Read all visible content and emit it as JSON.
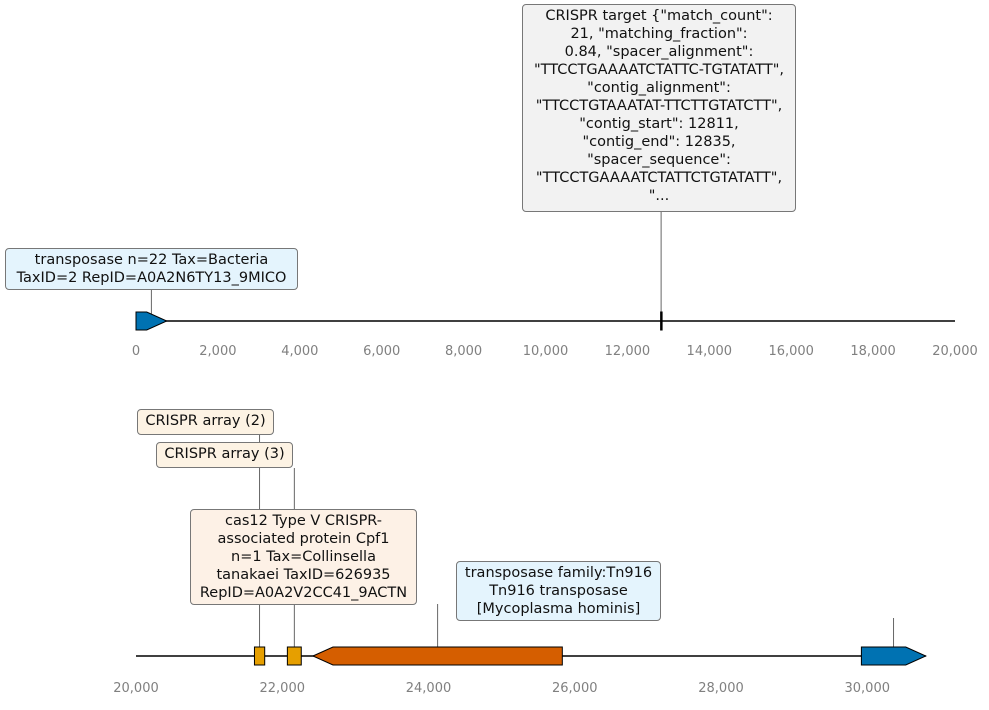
{
  "panels": [
    {
      "axis": {
        "min": 0,
        "max": 20000,
        "ticks": [
          "0",
          "2,000",
          "4,000",
          "6,000",
          "8,000",
          "10,000",
          "12,000",
          "14,000",
          "16,000",
          "18,000",
          "20,000"
        ]
      },
      "features": [
        {
          "name": "transposase-arrow",
          "start": 0,
          "end": 750,
          "strand": 1,
          "color": "#0072b2"
        },
        {
          "name": "crispr-target-marker",
          "start": 12811,
          "end": 12835,
          "strand": 0,
          "color": "#000000"
        }
      ],
      "labels": [
        {
          "name": "transposase-label",
          "text": "transposase n=22 Tax=Bacteria\nTaxID=2 RepID=A0A2N6TY13_9MICO",
          "style": "blue",
          "anchor": 375
        },
        {
          "name": "crispr-target-label",
          "text": "CRISPR target {\"match_count\":\n21, \"matching_fraction\":\n0.84, \"spacer_alignment\":\n\"TTCCTGAAAATCTATTC-TGTATATT\",\n\"contig_alignment\":\n\"TTCCTGTAAATAT-TTCTTGTATCTT\",\n\"contig_start\": 12811,\n\"contig_end\": 12835,\n\"spacer_sequence\":\n\"TTCCTGAAAATCTATTCTGTATATT\",\n\"...",
          "style": "grey",
          "anchor": 12823
        }
      ]
    },
    {
      "axis": {
        "min": 20000,
        "max": 31200,
        "ticks": [
          "20,000",
          "22,000",
          "24,000",
          "26,000",
          "28,000",
          "30,000"
        ]
      },
      "features": [
        {
          "name": "crispr-array-2-block",
          "start": 21620,
          "end": 21760,
          "strand": 0,
          "color": "#e69f00"
        },
        {
          "name": "crispr-array-3-block",
          "start": 22070,
          "end": 22260,
          "strand": 0,
          "color": "#e69f00"
        },
        {
          "name": "cas12-arrow",
          "start": 22420,
          "end": 25830,
          "strand": -1,
          "color": "#d55e00"
        },
        {
          "name": "tn916-transposase-arrow",
          "start": 29920,
          "end": 30800,
          "strand": 1,
          "color": "#0072b2"
        }
      ],
      "labels": [
        {
          "name": "crispr-array-2-label",
          "text": "CRISPR array (2)",
          "style": "cream",
          "anchor": 21690
        },
        {
          "name": "crispr-array-3-label",
          "text": "CRISPR array (3)",
          "style": "cream",
          "anchor": 22165
        },
        {
          "name": "cas12-label",
          "text": "cas12 Type V CRISPR-\nassociated protein Cpf1\nn=1 Tax=Collinsella\ntanakaei TaxID=626935\nRepID=A0A2V2CC41_9ACTN",
          "style": "peach",
          "anchor": 24125
        },
        {
          "name": "tn916-label",
          "text": "transposase family:Tn916\nTn916 transposase\n[Mycoplasma hominis]",
          "style": "blue",
          "anchor": 30360
        }
      ]
    }
  ]
}
